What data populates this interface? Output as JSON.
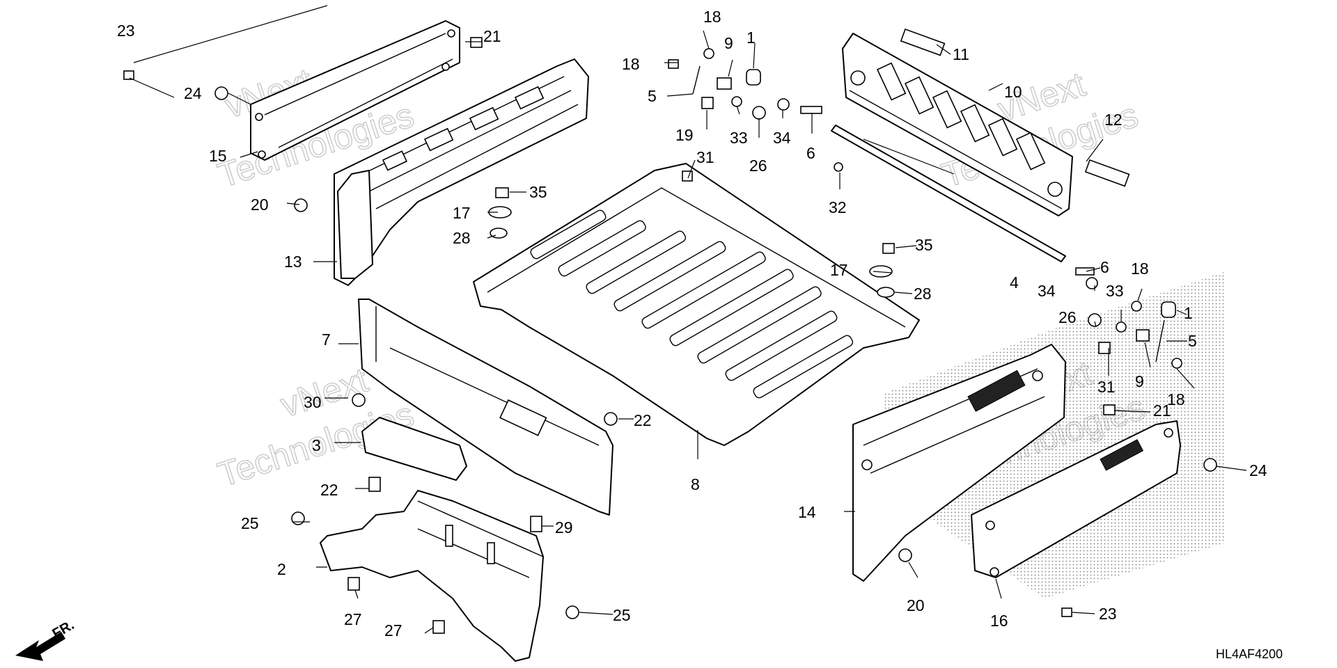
{
  "diagram": {
    "drawing_code": "HL4AF4200",
    "front_arrow": "FR.",
    "watermark_lines": [
      "vNext",
      "Technologies"
    ],
    "callouts": [
      "23",
      "21",
      "24",
      "15",
      "20",
      "13",
      "18",
      "9",
      "1",
      "18",
      "5",
      "19",
      "31",
      "33",
      "26",
      "34",
      "6",
      "32",
      "11",
      "10",
      "12",
      "35",
      "17",
      "28",
      "7",
      "30",
      "3",
      "22",
      "22",
      "25",
      "2",
      "27",
      "27",
      "25",
      "29",
      "8",
      "35",
      "17",
      "28",
      "4",
      "6",
      "34",
      "33",
      "18",
      "1",
      "26",
      "5",
      "9",
      "18",
      "31",
      "21",
      "24",
      "14",
      "20",
      "16",
      "23"
    ]
  },
  "colors": {
    "ink": "#000000",
    "watermark": "#c9c9c9",
    "background": "#ffffff"
  }
}
